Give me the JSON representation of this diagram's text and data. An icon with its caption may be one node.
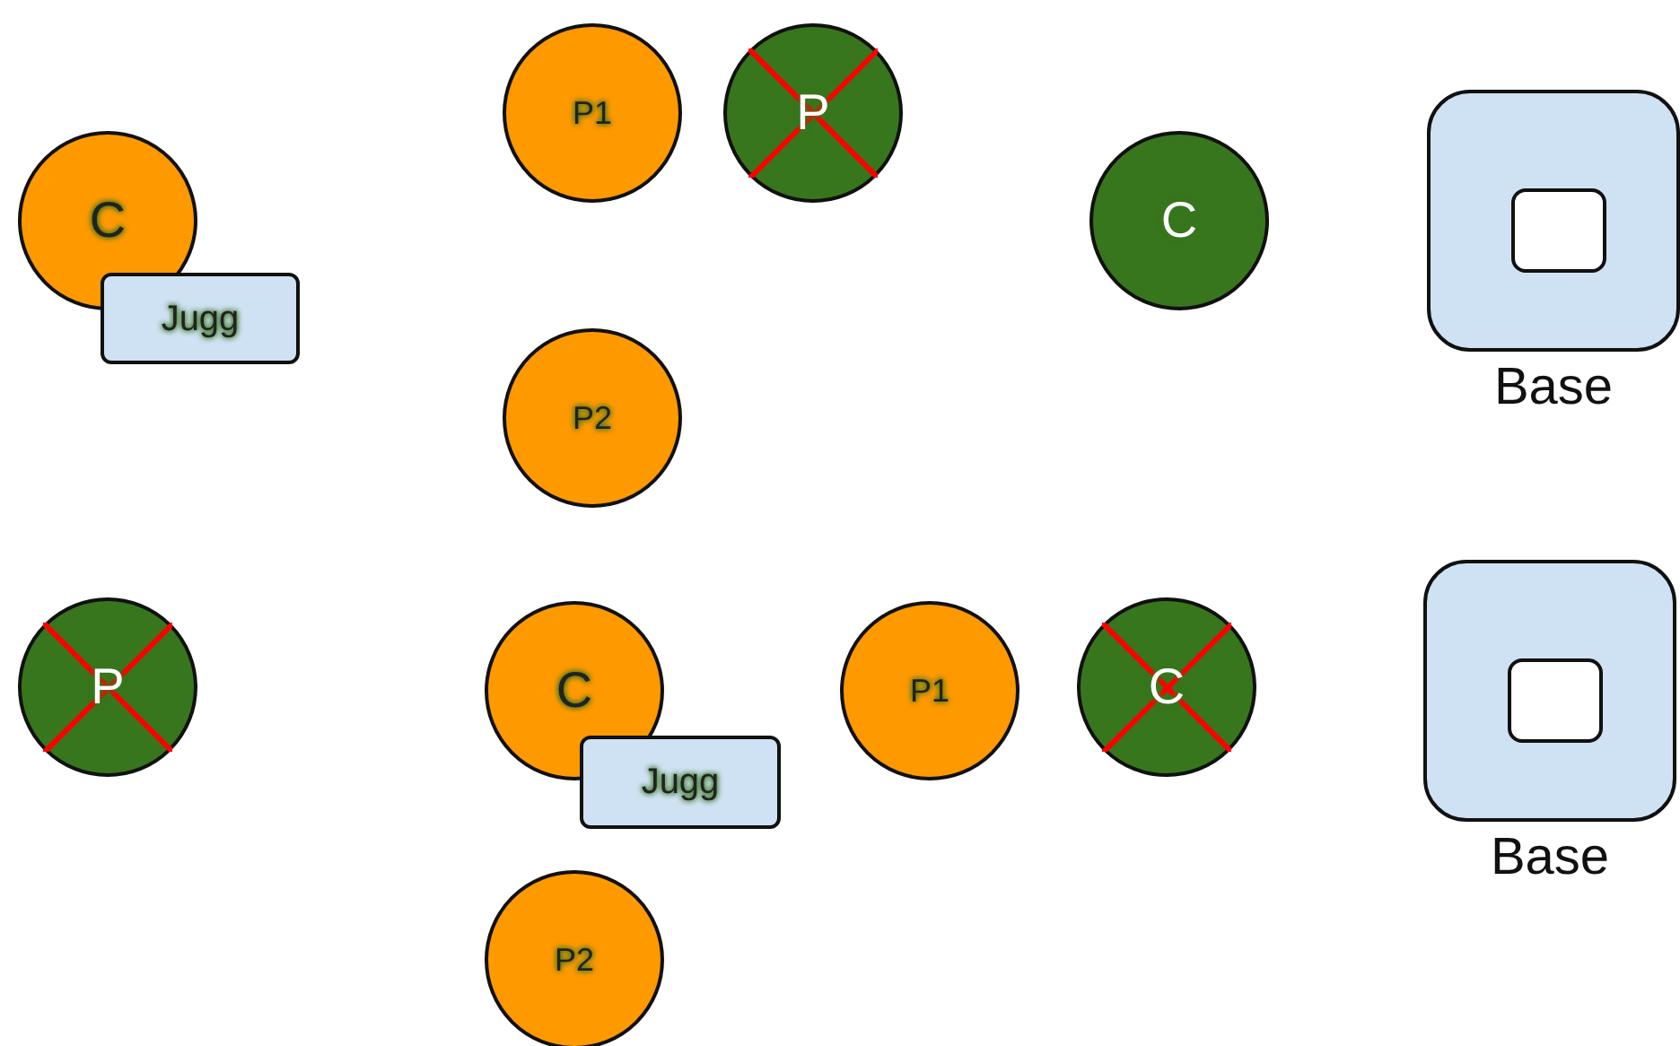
{
  "diagram": {
    "nodes": [
      {
        "text": [
          "C"
        ]
      },
      {
        "text": [
          "Jugg"
        ]
      },
      {
        "text": [
          "P1"
        ]
      },
      {
        "text": [
          "P"
        ]
      },
      {
        "text": [
          "C"
        ]
      },
      {
        "text": [],
        "shape": "box",
        "beside": [
          "Base"
        ]
      },
      {
        "text": [],
        "shape": "box",
        "in": 5
      },
      {
        "text": [
          "P2"
        ]
      },
      {
        "text": [
          "P"
        ]
      },
      {
        "text": [
          "C"
        ]
      },
      {
        "text": [
          "Jugg"
        ]
      },
      {
        "text": [
          "P1"
        ]
      },
      {
        "text": [
          "C"
        ]
      },
      {
        "text": [],
        "shape": "box",
        "beside": [
          "Base"
        ]
      },
      {
        "text": [],
        "shape": "box",
        "in": 13
      },
      {
        "text": [
          "P2"
        ]
      }
    ],
    "edges": []
  }
}
